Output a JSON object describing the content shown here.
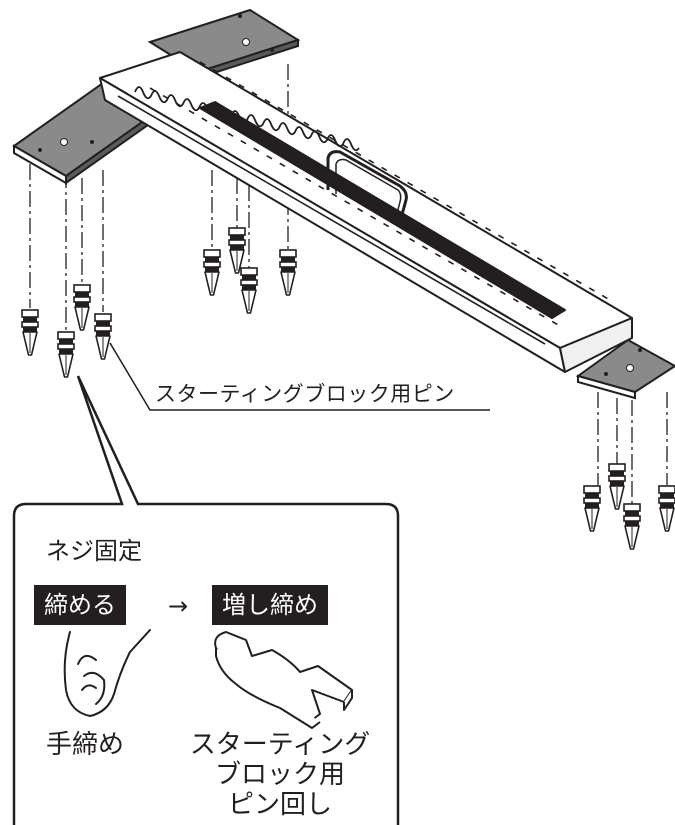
{
  "callout": {
    "label": "スターティングブロック用ピン"
  },
  "inset": {
    "title": "ネジ固定",
    "step1": "締める",
    "arrow": "→",
    "step2": "増し締め",
    "caption_hand": "手締め",
    "caption_tool_lines": [
      "スターティング",
      "ブロック用",
      "ピン回し"
    ]
  },
  "colors": {
    "ink": "#231f20",
    "plate": "#8a8a8a",
    "paper": "#ffffff"
  }
}
